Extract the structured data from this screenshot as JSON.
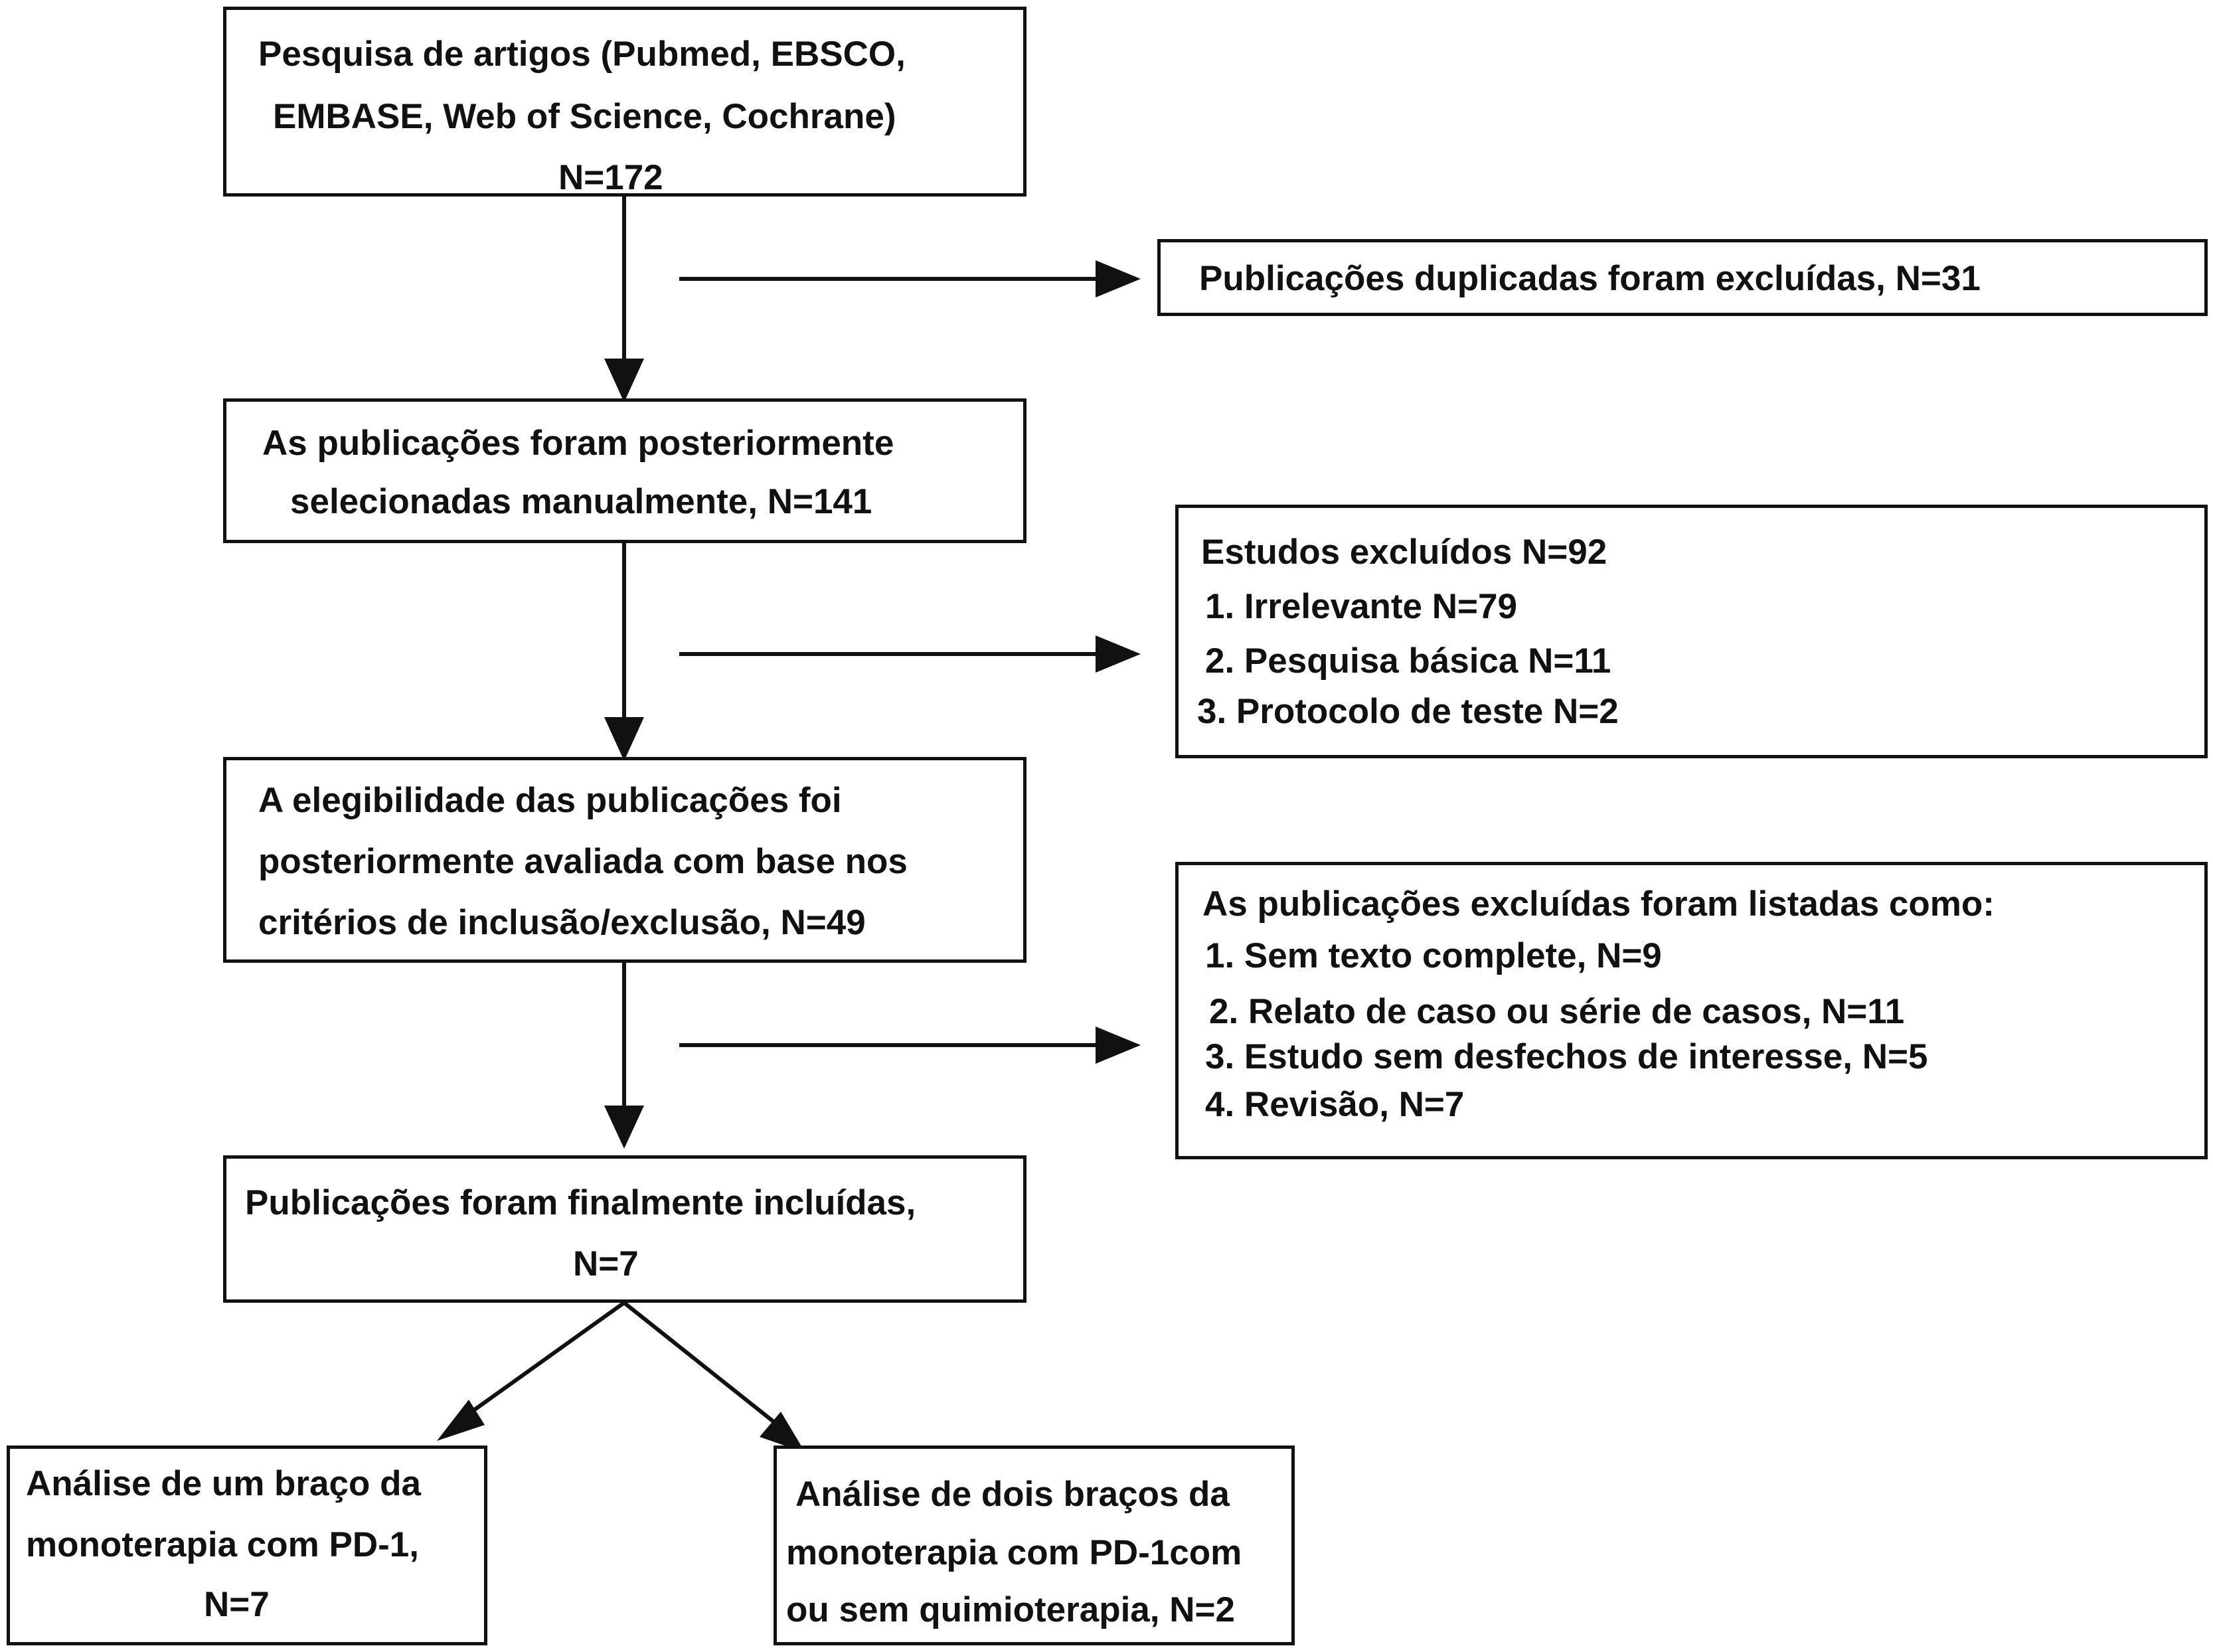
{
  "flow": {
    "search": {
      "lines": [
        "Pesquisa de artigos (Pubmed, EBSCO,",
        "EMBASE, Web of Science, Cochrane)",
        "N=172"
      ]
    },
    "duplicates": {
      "lines": [
        "Publicações duplicadas foram excluídas, N=31"
      ]
    },
    "manual": {
      "lines": [
        "As publicações foram posteriormente",
        "selecionadas manualmente, N=141"
      ]
    },
    "excluded1": {
      "lines": [
        "Estudos excluídos N=92",
        "1. Irrelevante N=79",
        "2. Pesquisa básica N=11",
        "3. Protocolo de teste N=2"
      ]
    },
    "eligibility": {
      "lines": [
        "A elegibilidade das publicações foi",
        "posteriormente avaliada com base nos",
        "critérios de inclusão/exclusão, N=49"
      ]
    },
    "excluded2": {
      "lines": [
        "As publicações excluídas foram listadas como:",
        "1. Sem texto complete, N=9",
        "2. Relato de caso ou série de casos, N=11",
        "3. Estudo sem desfechos de interesse, N=5",
        "4. Revisão, N=7"
      ]
    },
    "included": {
      "lines": [
        "Publicações foram finalmente incluídas,",
        "N=7"
      ]
    },
    "one_arm": {
      "lines": [
        "Análise de um braço da",
        "monoterapia com PD-1,",
        "N=7"
      ]
    },
    "two_arm": {
      "lines": [
        "Análise de dois braços da",
        "monoterapia com PD-1com",
        "ou sem quimioterapia, N=2"
      ]
    }
  }
}
